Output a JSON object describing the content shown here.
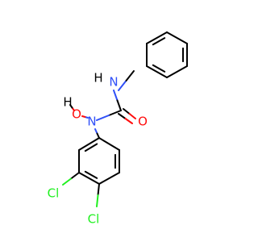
{
  "molecule": {
    "atoms": {
      "nh_n": "N",
      "nh_h": "H",
      "oh_o": "O",
      "oh_h": "H",
      "n_center": "N",
      "o_carbonyl": "O",
      "cl_3": "Cl",
      "cl_4": "Cl"
    },
    "colors": {
      "bond": "#000000",
      "nitrogen": "#3050F8",
      "oxygen": "#FF0D0D",
      "chlorine": "#1FF01F",
      "hydrogen": "#000000"
    }
  }
}
